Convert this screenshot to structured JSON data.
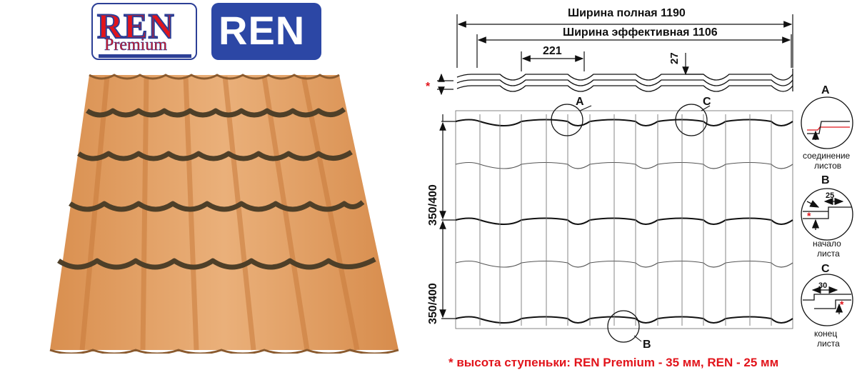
{
  "logos": {
    "premium_brand": "REN",
    "premium_sub": "Premium",
    "standard_brand": "REN"
  },
  "dimensions": {
    "full_width": "Ширина полная 1190",
    "effective_width": "Ширина эффективная 1106",
    "wave_pitch": "221",
    "wave_height": "27",
    "step_pitch_1": "350/400",
    "step_pitch_2": "350/400",
    "asterisk": "*"
  },
  "callouts": {
    "a": "A",
    "b": "B",
    "c": "C"
  },
  "details": [
    {
      "letter": "A",
      "caption_1": "соединение",
      "caption_2": "листов"
    },
    {
      "letter": "B",
      "caption_1": "начало",
      "caption_2": "листа",
      "dim": "25"
    },
    {
      "letter": "C",
      "caption_1": "конец",
      "caption_2": "листа",
      "dim": "30"
    }
  ],
  "footnote": "* высота ступеньки: REN Premium - 35 мм, REN - 25 мм",
  "colors": {
    "tile": "#e3a060",
    "tile_shadow": "#5a4a30",
    "logo_blue": "#2c47a5",
    "logo_red": "#e2141b"
  }
}
